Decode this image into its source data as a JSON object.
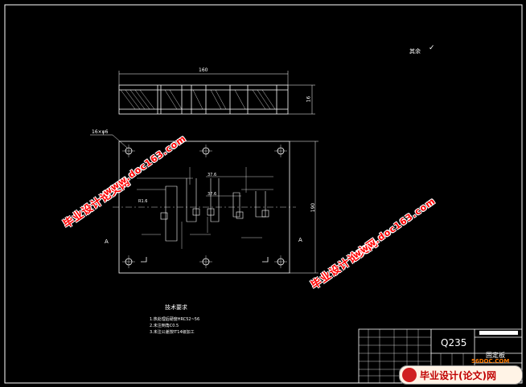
{
  "drawing": {
    "surface_note": "其余",
    "top_view_width": "160",
    "top_view_height": "16",
    "hole_callout": "16×φ6",
    "front_height": "190",
    "section_mark": "A",
    "dim_text_1": "37.6",
    "dim_text_2": "37.6",
    "dim_text_3": "R1.6"
  },
  "requirements": {
    "heading": "技术要求",
    "items": [
      "1.热处理后硬度HRC52~56",
      "2.未注倒角C0.5",
      "3.未注公差按IT14级加工"
    ]
  },
  "title_block": {
    "material": "Q235",
    "part_name": "固定板"
  },
  "watermarks": {
    "brand": "毕业设计论文网",
    "site": "www.doc163.com",
    "bottom_label": "毕业设计(论文)网",
    "bottom_site": "56DOC.COM"
  }
}
